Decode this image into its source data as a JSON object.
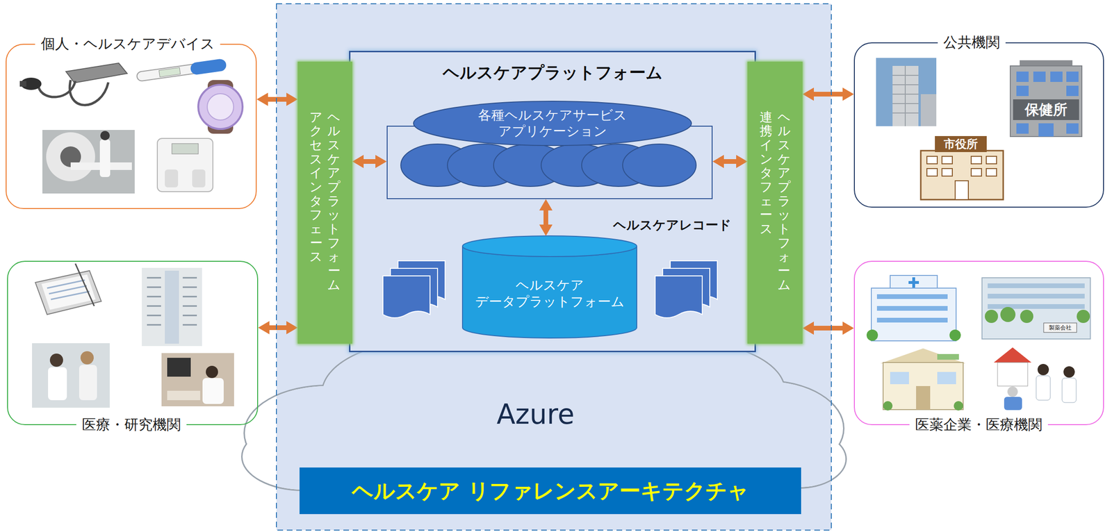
{
  "diagram": {
    "nodes": [
      {
        "text": [
          "個人・ヘルスケアデバイス"
        ]
      },
      {
        "text": [
          "ヘルスケアプラットフォーム アクセスインタフェース"
        ]
      },
      {
        "text": [
          "ヘルスケアプラットフォーム"
        ]
      },
      {
        "text": [
          "各種ヘルスケアサービス アプリケーション"
        ],
        "in": 2
      },
      {
        "text": [
          "ヘルスケア データプラットフォーム"
        ],
        "in": 2
      },
      {
        "text": [
          "ヘルスケアプラットフォーム 連携インタフェース"
        ]
      },
      {
        "text": [
          "公共機関"
        ]
      },
      {
        "text": [
          "医療・研究機関"
        ]
      },
      {
        "text": [
          "医薬企業・医療機関"
        ]
      },
      {
        "text": [
          "Azure"
        ]
      },
      {
        "text": [
          "ヘルスケア リファレンスアーキテクチャ"
        ]
      }
    ],
    "edges": [
      {
        "from": 0,
        "to": 1,
        "arrow": "both"
      },
      {
        "from": 7,
        "to": 1,
        "arrow": "both"
      },
      {
        "from": 1,
        "to": 3,
        "arrow": "both"
      },
      {
        "from": 3,
        "to": 5,
        "arrow": "both"
      },
      {
        "from": 3,
        "to": 4,
        "arrow": "both"
      },
      {
        "from": 5,
        "to": 6,
        "arrow": "both"
      },
      {
        "from": 5,
        "to": 8,
        "arrow": "both"
      }
    ],
    "labels": [
      "ヘルスケアレコード",
      "保健所",
      "市役所",
      "製薬会社"
    ]
  }
}
